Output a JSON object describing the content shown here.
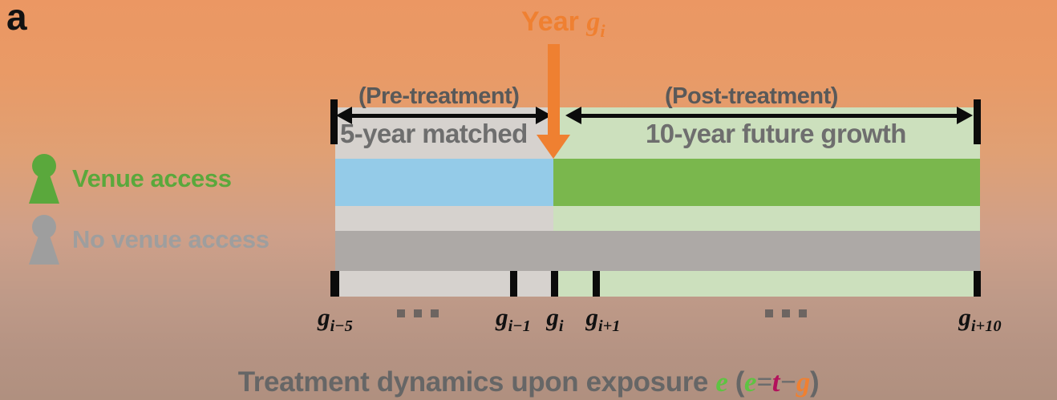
{
  "figure": {
    "panel_letter": "a",
    "caption_prefix": "Treatment dynamics upon exposure ",
    "caption_e1": "e",
    "caption_open": " (",
    "caption_e2": "e",
    "caption_eq": "=",
    "caption_t": "t",
    "caption_minus": "−",
    "caption_g": "g",
    "caption_close": ")"
  },
  "colors": {
    "accent_orange": "#ef8031",
    "venue_green": "#5aa83c",
    "no_venue_gray": "#9e9e9e",
    "pre_band_blue": "#94cbe8",
    "post_band_green": "#7ab74d",
    "pre_panel": "#d6d2ce",
    "post_panel": "#cce0bd",
    "gray_band": "#ada9a6",
    "tick_black": "#0b0b0b",
    "label_gray": "#6e6e6e",
    "caption_t_color": "#b3125c",
    "caption_e_color": "#5ec342",
    "bg_top": "#eb9763",
    "bg_bottom": "#b0907f"
  },
  "legend": {
    "items": [
      {
        "label": "Venue access",
        "color": "#5aa83c",
        "icon": "person-icon"
      },
      {
        "label": "No venue access",
        "color": "#9e9e9e",
        "icon": "person-icon"
      }
    ]
  },
  "year_marker": {
    "label_prefix": "Year ",
    "label_var": "g",
    "label_sub": "i",
    "icon": "down-arrow-icon"
  },
  "periods": [
    {
      "paren_label": "(Pre-treatment)",
      "span_label": "5-year matched",
      "key": "pre"
    },
    {
      "paren_label": "(Post-treatment)",
      "span_label": "10-year future growth",
      "key": "post"
    }
  ],
  "chart_data": {
    "type": "timeline",
    "title": "Treatment dynamics upon exposure e (e=t−g)",
    "event_time_variable": "e = t − g",
    "treatment_year": "g_i",
    "pre_period_years": 5,
    "post_period_years": 10,
    "axis_ticks": [
      {
        "id": "gi-5",
        "var": "g",
        "sub": "i−5",
        "x_frac": 0.0
      },
      {
        "id": "gi-1",
        "var": "g",
        "sub": "i−1",
        "x_frac": 0.276
      },
      {
        "id": "gi",
        "var": "g",
        "sub": "i",
        "x_frac": 0.341
      },
      {
        "id": "gi+1",
        "var": "g",
        "sub": "i+1",
        "x_frac": 0.405
      },
      {
        "id": "gi+10",
        "var": "g",
        "sub": "i+10",
        "x_frac": 1.0
      }
    ],
    "ellipses": [
      {
        "x_frac": 0.128
      },
      {
        "x_frac": 0.7
      }
    ],
    "series": [
      {
        "name": "Venue access",
        "pre_color": "#94cbe8",
        "post_color": "#7ab74d"
      },
      {
        "name": "No venue access",
        "pre_color": "#ada9a6",
        "post_color": "#ada9a6"
      }
    ]
  }
}
